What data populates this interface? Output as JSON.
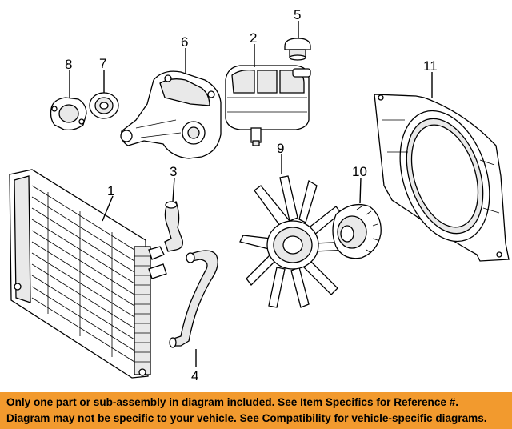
{
  "callouts": [
    "1",
    "2",
    "3",
    "4",
    "5",
    "6",
    "7",
    "8",
    "9",
    "10",
    "11"
  ],
  "disclaimer": {
    "line1": "Only one part or sub-assembly in diagram included. See Item Specifics for Reference #.",
    "line2": "Diagram may not be specific to your vehicle. See Compatibility for vehicle-specific diagrams."
  },
  "colors": {
    "banner": "#f29a2e",
    "ink": "#000000",
    "paper": "#ffffff"
  }
}
